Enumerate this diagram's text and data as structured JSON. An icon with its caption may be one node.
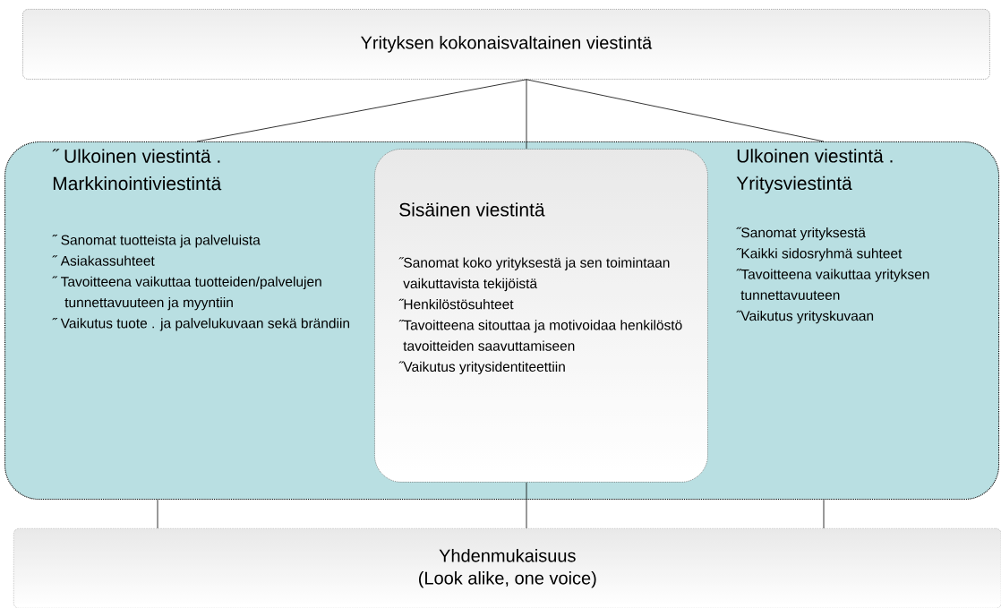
{
  "diagram": {
    "nodes": [
      {
        "text": [
          "Yrityksen kokonaisvaltainen viestintä"
        ]
      },
      {
        "text": [],
        "shape": "box"
      },
      {
        "text": [
          "˝ Ulkoinen viestintä . Markkinointiviestintä",
          "˝ Sanomat tuotteista ja palveluista",
          "˝ Asiakassuhteet",
          "˝ Tavoitteena vaikuttaa tuotteiden/palvelujen tunnettavuuteen ja myyntiin",
          "˝ Vaikutus tuote . ja palvelukuvaan sekä brändiin"
        ],
        "in": 1
      },
      {
        "text": [
          "Sisäinen viestintä",
          "˝Sanomat koko yrityksestä ja sen toimintaan vaikuttavista tekijöistä",
          "˝Henkilöstösuhteet",
          "˝Tavoitteena sitouttaa ja motivoidaa henkilöstö tavoitteiden saavuttamiseen",
          "˝Vaikutus yritysidentiteettiin"
        ],
        "in": 1
      },
      {
        "text": [
          "Ulkoinen viestintä . Yritysviestintä",
          "˝Sanomat yrityksestä",
          "˝Kaikki sidosryhmä suhteet",
          "˝Tavoitteena vaikuttaa yrityksen tunnettavuuteen",
          "˝Vaikutus yrityskuvaan"
        ],
        "in": 1
      },
      {
        "text": [
          "Yhdenmukaisuus",
          "(Look alike, one voice)"
        ]
      }
    ],
    "edges": [
      {
        "from": 0,
        "to": 1,
        "arrow": "none"
      },
      {
        "from": 0,
        "to": 3,
        "arrow": "none"
      },
      {
        "from": 0,
        "to": 1,
        "arrow": "none"
      },
      {
        "from": 1,
        "to": 5,
        "arrow": "none"
      },
      {
        "from": 3,
        "to": 5,
        "arrow": "none"
      },
      {
        "from": 1,
        "to": 5,
        "arrow": "none"
      }
    ]
  }
}
